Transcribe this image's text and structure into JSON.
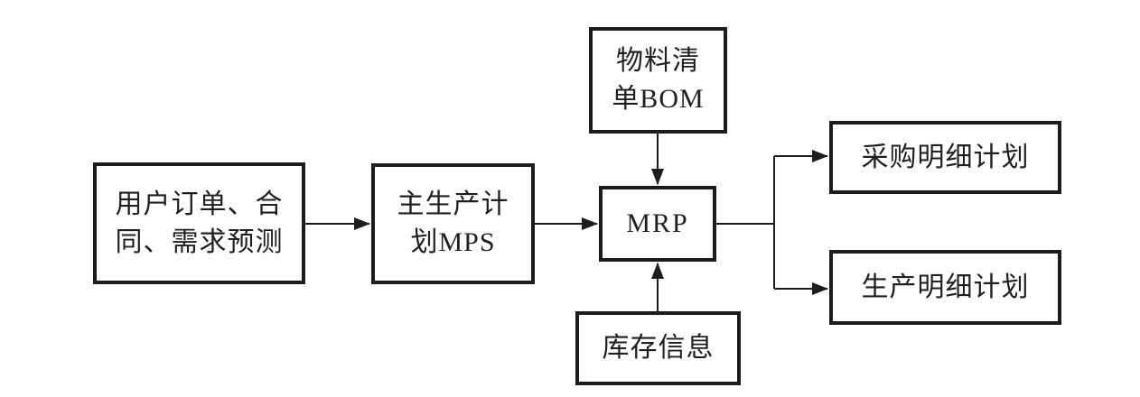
{
  "diagram": {
    "title": "MRP flow diagram",
    "background_color": "#ffffff",
    "line_color": "#1c1c1c",
    "text_color": "#1f1f1f",
    "nodes": {
      "orders": {
        "label": "用户订单、合同、需求预测",
        "line1": "用户订单、合",
        "line2": "同、需求预测"
      },
      "mps": {
        "label": "主生产计划MPS",
        "line1": "主生产计",
        "line2": "划MPS"
      },
      "bom": {
        "label": "物料清单BOM",
        "line1": "物料清",
        "line2": "单BOM"
      },
      "mrp": {
        "label": "MRP"
      },
      "inventory": {
        "label": "库存信息"
      },
      "purchase": {
        "label": "采购明细计划"
      },
      "production": {
        "label": "生产明细计划"
      }
    },
    "edges": [
      {
        "from": "orders",
        "to": "mps",
        "arrow": true
      },
      {
        "from": "mps",
        "to": "mrp",
        "arrow": true
      },
      {
        "from": "bom",
        "to": "mrp",
        "arrow": true
      },
      {
        "from": "inventory",
        "to": "mrp",
        "arrow": true
      },
      {
        "from": "mrp",
        "to": "purchase",
        "arrow": true
      },
      {
        "from": "mrp",
        "to": "production",
        "arrow": true
      }
    ]
  }
}
